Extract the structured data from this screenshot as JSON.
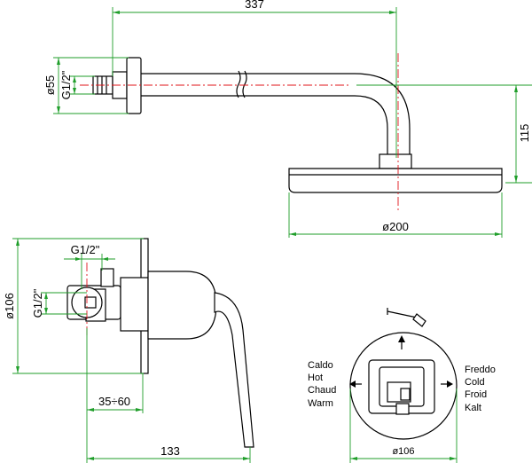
{
  "dimensions": {
    "arm_length": "337",
    "flange_diameter": "ø55",
    "arm_thread": "G1/2\"",
    "drop_height": "115",
    "head_diameter": "ø200",
    "body_thread_top": "G1/2\"",
    "body_thread_side": "G1/2\"",
    "plate_diameter": "ø106",
    "depth_range": "35÷60",
    "total_depth": "133",
    "front_plate_diameter": "ø106"
  },
  "labels": {
    "hot": [
      "Caldo",
      "Hot",
      "Chaud",
      "Warm"
    ],
    "cold": [
      "Freddo",
      "Cold",
      "Froid",
      "Kalt"
    ]
  },
  "colors": {
    "outline": "#000000",
    "dimension": "#1f9e2a",
    "centerline": "#e0141a"
  }
}
